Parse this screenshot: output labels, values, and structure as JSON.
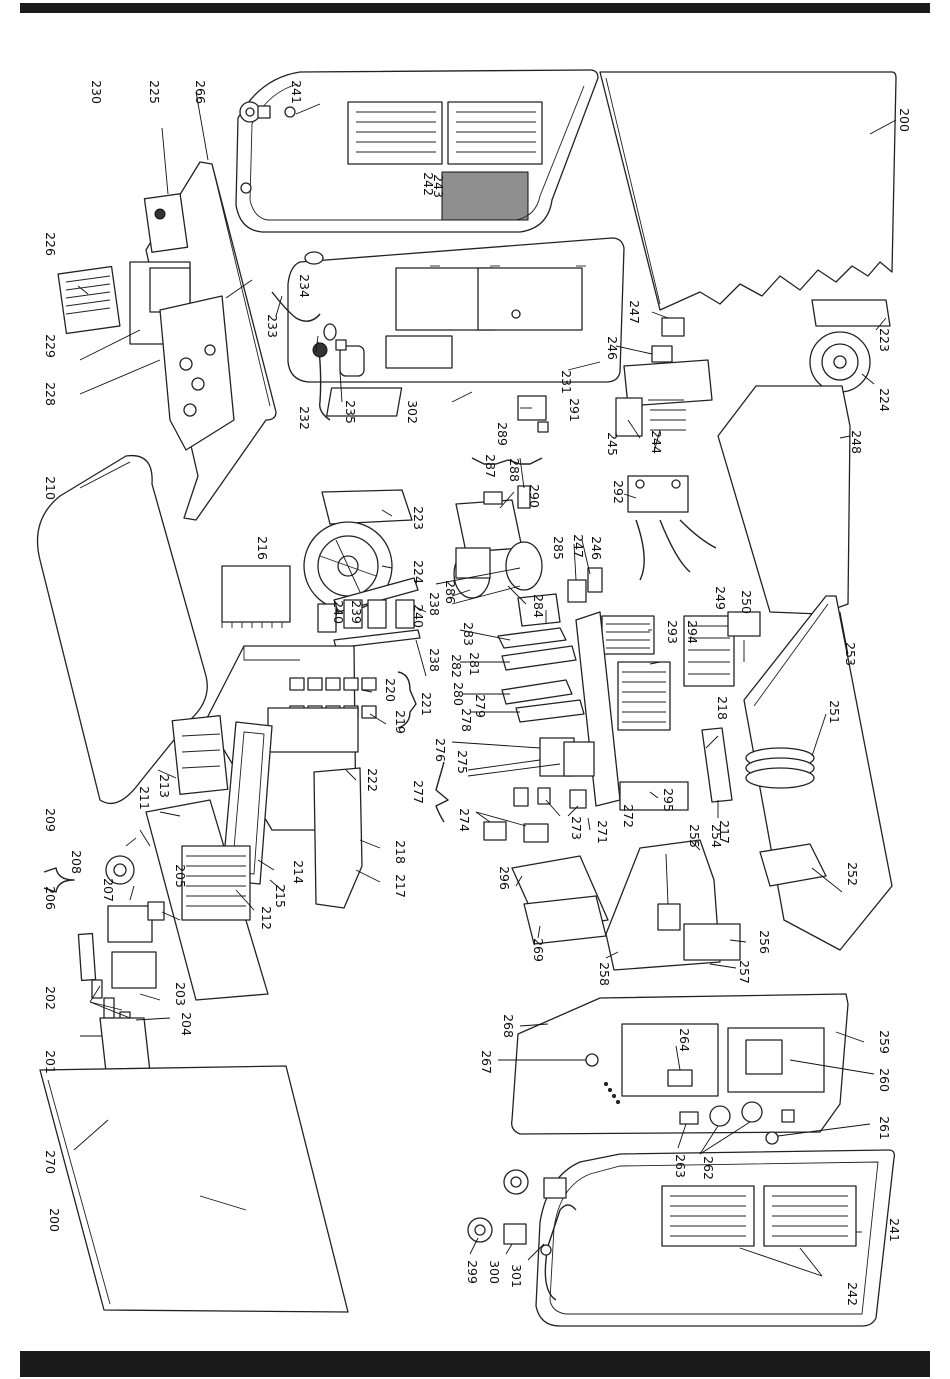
{
  "labels": [
    "200",
    "201",
    "202",
    "203",
    "204",
    "205",
    "206",
    "207",
    "208",
    "209",
    "210",
    "211",
    "212",
    "213",
    "214",
    "215",
    "216",
    "217",
    "218",
    "219",
    "220",
    "221",
    "222",
    "223",
    "224",
    "225",
    "226",
    "228",
    "229",
    "230",
    "231",
    "232",
    "233",
    "234",
    "235",
    "238",
    "239",
    "240",
    "241",
    "242",
    "243",
    "244",
    "245",
    "246",
    "247",
    "248",
    "249",
    "250",
    "251",
    "252",
    "253",
    "254",
    "255",
    "256",
    "257",
    "258",
    "259",
    "260",
    "261",
    "262",
    "263",
    "264",
    "266",
    "267",
    "268",
    "269",
    "270",
    "271",
    "272",
    "273",
    "274",
    "275",
    "276",
    "277",
    "278",
    "279",
    "280",
    "281",
    "282",
    "283",
    "284",
    "285",
    "286",
    "287",
    "288",
    "289",
    "290",
    "291",
    "292",
    "293",
    "294",
    "295",
    "296",
    "299",
    "300",
    "301",
    "302"
  ]
}
